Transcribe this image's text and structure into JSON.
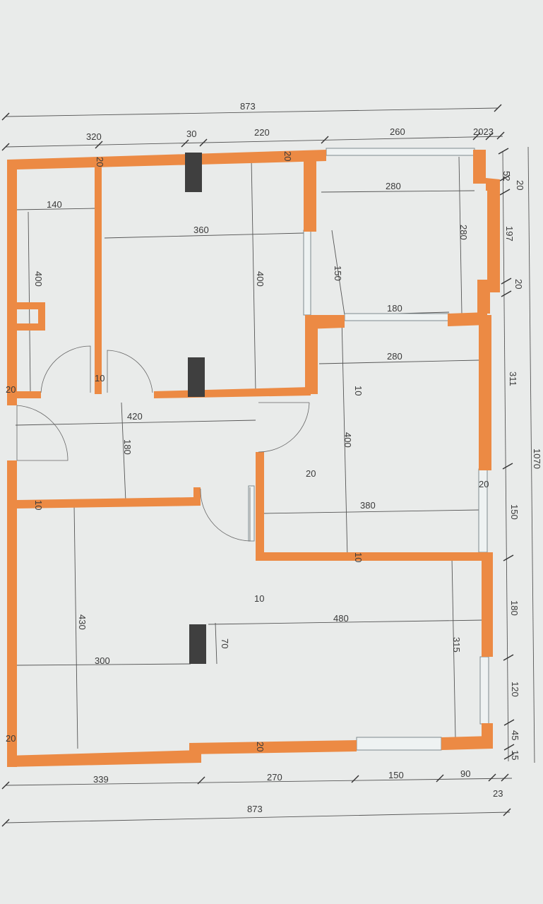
{
  "plan": {
    "colors": {
      "paper": "#e9ebea",
      "wall": "#ec8a44",
      "column": "#3f3f3f",
      "ink": "#3a3a3a"
    },
    "labels": {
      "top_total": "873",
      "top_320": "320",
      "top_30": "30",
      "top_220": "220",
      "top_260": "260",
      "top_2023": "2023",
      "right_52": "52",
      "right_20a": "20",
      "right_197": "197",
      "right_20b": "20",
      "right_311": "311",
      "right_150": "150",
      "right_180": "180",
      "right_120": "120",
      "right_45": "45",
      "right_15": "15",
      "right_total": "1070",
      "bottom_339": "339",
      "bottom_270": "270",
      "bottom_150": "150",
      "bottom_90": "90",
      "bottom_23": "23",
      "bottom_total": "873",
      "room_a_140": "140",
      "room_a_400": "400",
      "room_b_360": "360",
      "room_b_400": "400",
      "room_b_wall20": "20",
      "wall_20_top": "20",
      "wall_10_door": "10",
      "wall_20_left": "20",
      "room_c_280": "280",
      "room_c_280v": "280",
      "room_c_150": "150",
      "room_c_180": "180",
      "room_d_280": "280",
      "room_d_400": "400",
      "room_d_10": "10",
      "room_d_20": "20",
      "room_d_380": "380",
      "room_d_20b": "20",
      "room_d_10b": "10",
      "hall_420": "420",
      "hall_180": "180",
      "hall_10": "10",
      "room_e_430": "430",
      "room_e_300": "300",
      "room_e_10": "10",
      "room_f_480": "480",
      "room_f_315": "315",
      "room_f_70": "70",
      "bottom_wall_20": "20",
      "bottom_left_20": "20"
    }
  }
}
